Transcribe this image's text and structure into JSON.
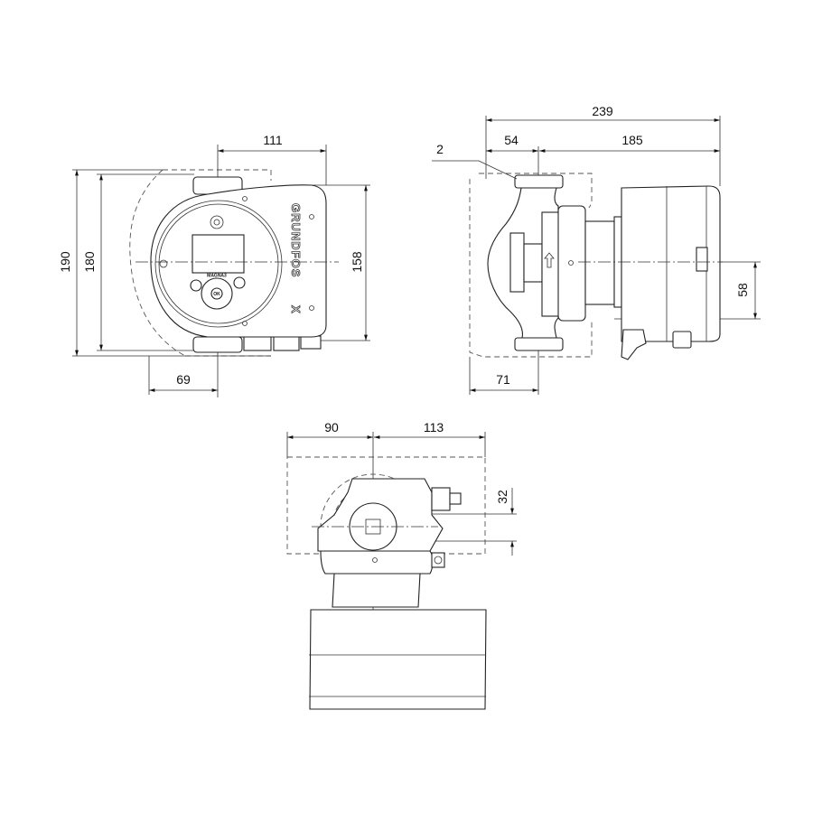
{
  "colors": {
    "line": "#222222",
    "background": "#ffffff"
  },
  "front_view": {
    "dimensions": {
      "width_right": "111",
      "height_outer": "190",
      "height_flange": "180",
      "height_motor": "158",
      "width_left": "69"
    },
    "logo_text": "GRUNDFOS",
    "logo_suffix": "X",
    "panel_label": "MAGNA3",
    "ok_button": "OK"
  },
  "side_view": {
    "dimensions": {
      "total_length": "239",
      "inlet_offset": "54",
      "motor_length": "185",
      "center_offset": "58",
      "rear_offset": "71"
    },
    "callout": "2"
  },
  "top_view": {
    "dimensions": {
      "left_width": "90",
      "right_width": "113",
      "offset": "32"
    }
  }
}
